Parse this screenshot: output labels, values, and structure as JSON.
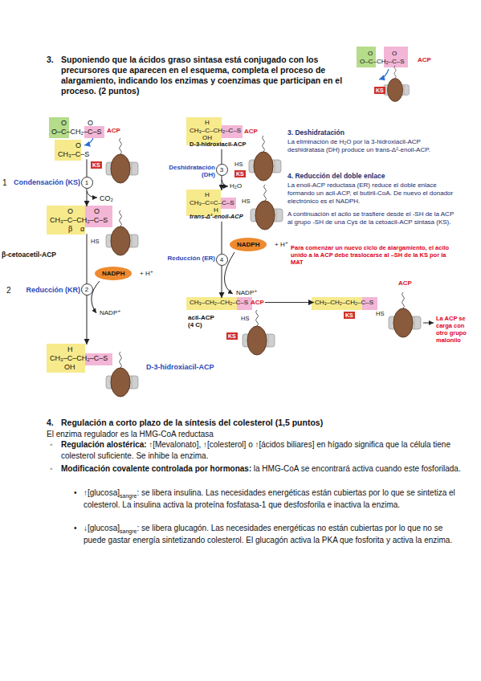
{
  "diagram": {
    "nodes": [
      {
        "text": [
          "O–C–CH₂–C–S",
          "O",
          "O"
        ]
      },
      {
        "text": [
          "O–C–CH₂–C–S",
          "O",
          "O"
        ]
      },
      {
        "text": [
          "CH₃–C–S",
          "O"
        ]
      },
      {
        "text": [
          "CH₃–C–CH₂–C–S",
          "O",
          "O",
          "β",
          "α"
        ]
      },
      {
        "text": [
          "CH₃–C–CH₂–C–S",
          "H",
          "OH"
        ]
      },
      {
        "text": [
          "CH₃–C–CH₂–C–S",
          "H",
          "OH",
          "D-3-hidroxiacil-ACP"
        ]
      },
      {
        "text": [
          "CH₃–C=C–C–S",
          "H",
          "H",
          "trans-Δ²-enoil-ACP"
        ]
      },
      {
        "text": [
          "CH₃–CH₂–CH₂–C–S",
          "ACP"
        ]
      },
      {
        "text": [
          "CH₃–CH₂–CH₂–C–S"
        ]
      },
      {
        "text": [
          "NADPH"
        ]
      },
      {
        "text": [
          "NADPH"
        ]
      }
    ],
    "edges": [
      {
        "from": 2,
        "to": 3,
        "arrow": "to",
        "label": "1"
      },
      {
        "from": 3,
        "to": 4,
        "arrow": "to",
        "label": "2"
      },
      {
        "from": 5,
        "to": 6,
        "arrow": "to",
        "label": "3"
      },
      {
        "from": 6,
        "to": 7,
        "arrow": "to",
        "label": "4"
      },
      {
        "from": 7,
        "to": 8,
        "arrow": "to"
      }
    ],
    "labels": [
      "3.",
      "Suponiendo que la ácidos graso sintasa está conjugado con los precursores que aparecen en el esquema, completa el proceso de alargamiento, indicando los enzimas y coenzimas que participan en el proceso. (2 puntos)",
      "ACP",
      "KS",
      "ACP",
      "KS",
      "1",
      "Condensación (KS)",
      "CO₂",
      "HS",
      "β-cetoacetil-ACP",
      "2",
      "Reducción (KR)",
      "+ H⁺",
      "NADP⁺",
      "D-3-hidroxiacil-ACP",
      "ACP",
      "HS",
      "KS",
      "Deshidratación (DH)",
      "H₂O",
      "HS",
      "Reducción (ER)",
      "+ H⁺",
      "NADP⁺",
      "acil-ACP (4 C)",
      "HS",
      "KS",
      "HS",
      "KS",
      "ACP",
      "La ACP se carga con otro grupo malonilo",
      "3. Deshidratación",
      "La eliminación de H₂O por la 3-hidroxiacil-ACP deshidratasa (DH) produce un trans-Δ²-enoil-ACP.",
      "4. Reducción del doble enlace",
      "La enoil-ACP reductasa (ER) reduce el doble enlace formando un acil-ACP, el butiril-CoA. De nuevo el donador electrónico es el NADPH.",
      "A continuación el acilo se trasfiere desde el -SH de la ACP al grupo -SH de una Cys de la cetoacil-ACP sintasa (KS).",
      "Para comenzar un nuevo ciclo de alargamiento, el acilo unido a la ACP debe traslocarse al –SH de la KS por la MAT",
      "4.",
      "Regulación a corto plazo de la síntesis del colesterol (1,5 puntos)",
      "El enzima regulador es la HMG-CoA reductasa",
      "◦",
      "Regulación alostérica:",
      "↑[Mevalonato], ↑[colesterol] o ↑[ácidos biliares] en hígado significa que la célula tiene colesterol suficiente. Se inhibe la enzima.",
      "◦",
      "Modificación covalente controlada por hormonas:",
      "la HMG-CoA se encontrará activa cuando este fosforilada.",
      "•",
      "↑[glucosa]",
      "sangre",
      ": se libera insulina. Las necesidades energéticas están cubiertas por lo que se sintetiza el colesterol. La insulina activa la proteína fosfatasa-1 que desfosforila e inactiva la enzima.",
      "•",
      "↓[glucosa]",
      "sangre",
      ": se libera glucagón. Las necesidades energéticas no están cubiertas por lo que no se puede gastar energía sintetizando colesterol. El glucagón activa la PKA que fosforita y activa la enzima."
    ]
  }
}
